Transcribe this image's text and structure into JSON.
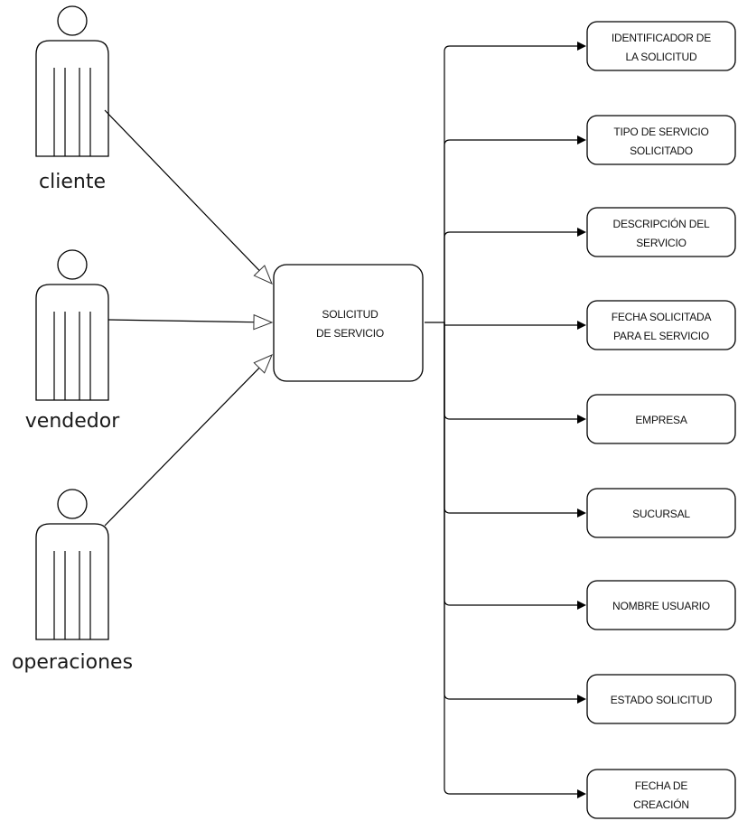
{
  "actors": [
    {
      "id": "cliente",
      "label": "cliente"
    },
    {
      "id": "vendedor",
      "label": "vendedor"
    },
    {
      "id": "operaciones",
      "label": "operaciones"
    }
  ],
  "center": {
    "lines": [
      "SOLICITUD",
      "DE SERVICIO"
    ]
  },
  "attributes": [
    {
      "id": "identificador",
      "lines": [
        "IDENTIFICADOR DE",
        "LA SOLICITUD"
      ]
    },
    {
      "id": "tipo-servicio",
      "lines": [
        "TIPO DE SERVICIO",
        "SOLICITADO"
      ]
    },
    {
      "id": "descripcion",
      "lines": [
        "DESCRIPCIÓN DEL",
        "SERVICIO"
      ]
    },
    {
      "id": "fecha-solicitada",
      "lines": [
        "FECHA SOLICITADA",
        "PARA EL SERVICIO"
      ]
    },
    {
      "id": "empresa",
      "lines": [
        "EMPRESA"
      ]
    },
    {
      "id": "sucursal",
      "lines": [
        "SUCURSAL"
      ]
    },
    {
      "id": "nombre-usuario",
      "lines": [
        "NOMBRE USUARIO"
      ]
    },
    {
      "id": "estado-solicitud",
      "lines": [
        "ESTADO SOLICITUD"
      ]
    },
    {
      "id": "fecha-creacion",
      "lines": [
        "FECHA DE",
        "CREACIÓN"
      ]
    }
  ]
}
